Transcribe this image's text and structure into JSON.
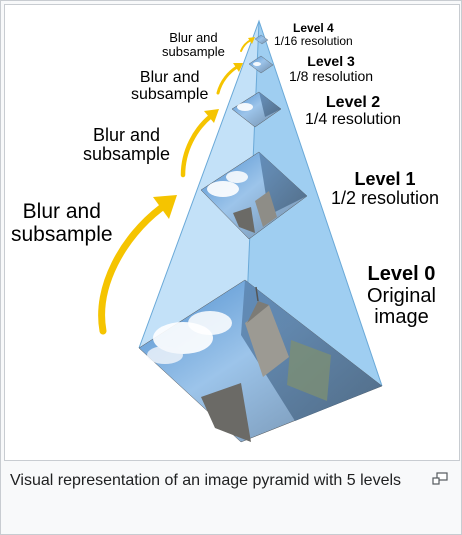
{
  "diagram": {
    "levels": [
      {
        "name": "Level 0",
        "desc_line1": "Original",
        "desc_line2": "image"
      },
      {
        "name": "Level 1",
        "desc": "1/2 resolution"
      },
      {
        "name": "Level 2",
        "desc": "1/4 resolution"
      },
      {
        "name": "Level 3",
        "desc": "1/8 resolution"
      },
      {
        "name": "Level 4",
        "desc": "1/16 resolution"
      }
    ],
    "arrows": [
      {
        "line1": "Blur and",
        "line2": "subsample"
      },
      {
        "line1": "Blur and",
        "line2": "subsample"
      },
      {
        "line1": "Blur and",
        "line2": "subsample"
      },
      {
        "line1": "Blur and",
        "line2": "subsample"
      }
    ],
    "colors": {
      "arrow": "#f5c400",
      "pyramid_front": "#b9dcf7",
      "pyramid_side": "#8ec5ee",
      "pyramid_edge": "#6aa9d8"
    }
  },
  "caption": {
    "text": "Visual representation of an image pyramid with 5 levels",
    "enlarge_icon": "enlarge-icon"
  }
}
